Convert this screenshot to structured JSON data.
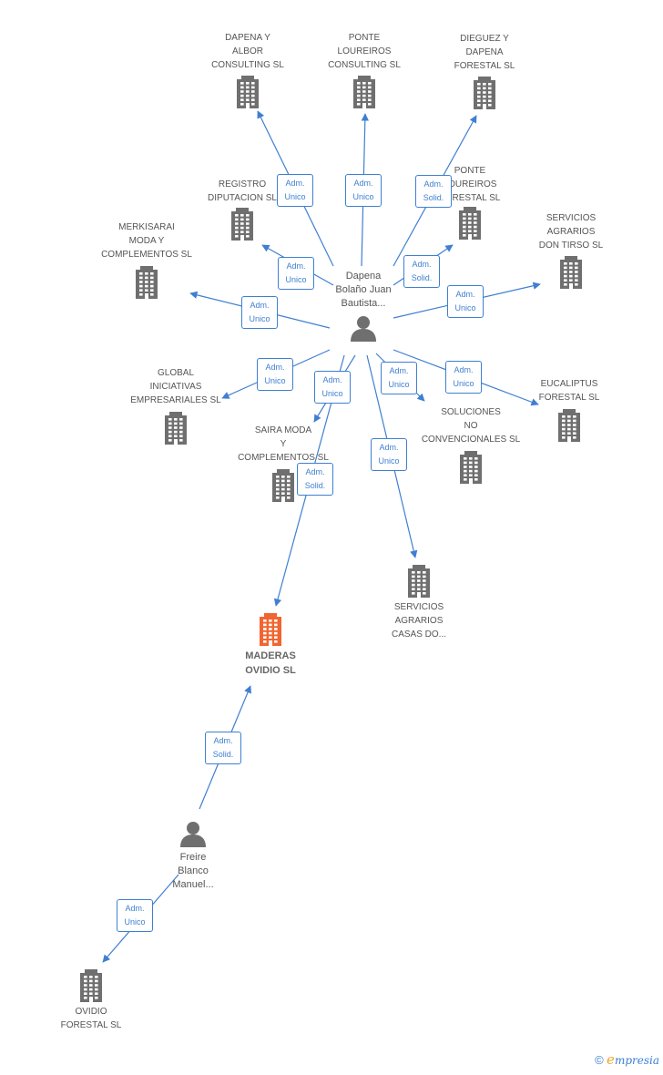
{
  "colors": {
    "edge": "#3f7fd1",
    "company": "#6f6f6f",
    "focus": "#f26530",
    "person": "#6f6f6f"
  },
  "persons": {
    "dapena": {
      "name": "Dapena\nBolaño Juan\nBautista..."
    },
    "freire": {
      "name": "Freire\nBlanco\nManuel..."
    }
  },
  "companies": {
    "dapena_albor": {
      "name": "DAPENA Y\nALBOR\nCONSULTING SL"
    },
    "ponte_loureiros_consulting": {
      "name": "PONTE\nLOUREIROS\nCONSULTING SL"
    },
    "dieguez_dapena": {
      "name": "DIEGUEZ Y\nDAPENA\nFORESTAL SL"
    },
    "registro_diputacion": {
      "name": "REGISTRO\nDIPUTACION SL"
    },
    "ponte_loureiros_forestal": {
      "name": "PONTE\nLOUREIROS\nFORESTAL SL"
    },
    "merkisarai": {
      "name": "MERKISARAI\nMODA Y\nCOMPLEMENTOS SL"
    },
    "servicios_don_tirso": {
      "name": "SERVICIOS\nAGRARIOS\nDON TIRSO SL"
    },
    "global_iniciativas": {
      "name": "GLOBAL\nINICIATIVAS\nEMPRESARIALES SL"
    },
    "eucaliptus": {
      "name": "EUCALIPTUS\nFORESTAL SL"
    },
    "soluciones": {
      "name": "SOLUCIONES\nNO\nCONVENCIONALES SL"
    },
    "saira_moda": {
      "name": "SAIRA MODA\nY\nCOMPLEMENTOS SL"
    },
    "servicios_casas": {
      "name": "SERVICIOS\nAGRARIOS\nCASAS DO..."
    },
    "maderas_ovidio": {
      "name": "MADERAS\nOVIDIO SL"
    },
    "ovidio_forestal": {
      "name": "OVIDIO\nFORESTAL  SL"
    }
  },
  "edge_labels": [
    "Adm.\nUnico",
    "Adm.\nUnico",
    "Adm.\nSolid.",
    "Adm.\nUnico",
    "Adm.\nSolid.",
    "Adm.\nUnico",
    "Adm.\nUnico",
    "Adm.\nUnico",
    "Adm.\nUnico",
    "Adm.\nUnico",
    "Adm.\nUnico",
    "Adm.\nUnico",
    "Adm.\nUnico",
    "Adm.\nSolid.",
    "Adm.\nSolid.",
    "Adm.\nUnico"
  ],
  "footer": {
    "copyright": "©",
    "brand_initial": "e",
    "brand_rest": "mpresia"
  }
}
